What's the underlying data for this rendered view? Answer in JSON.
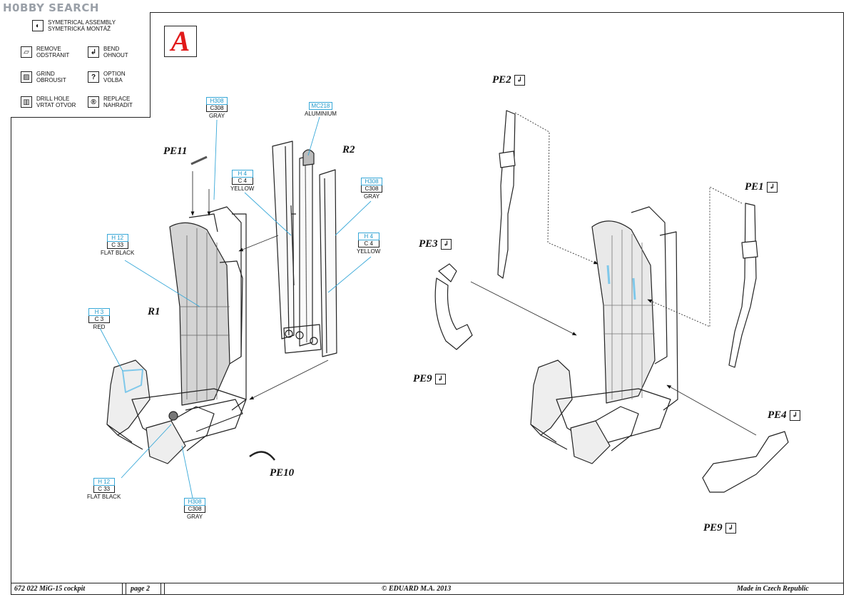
{
  "watermark": {
    "text": "H0BBY SEARCH"
  },
  "legend": [
    {
      "icon": "symmetrical-assembly-icon",
      "glyph": "◐",
      "line1": "SYMETRICAL ASSEMBLY",
      "line2": "SYMETRICKÁ MONTÁŽ"
    },
    {
      "icon": "remove-icon",
      "glyph": "▱",
      "line1": "REMOVE",
      "line2": "ODSTRANIT"
    },
    {
      "icon": "bend-icon",
      "glyph": "↲",
      "line1": "BEND",
      "line2": "OHNOUT"
    },
    {
      "icon": "grind-icon",
      "glyph": "▨",
      "line1": "GRIND",
      "line2": "OBROUSIT"
    },
    {
      "icon": "option-icon",
      "glyph": "?",
      "line1": "OPTION",
      "line2": "VOLBA"
    },
    {
      "icon": "drill-hole-icon",
      "glyph": "▥",
      "line1": "DRILL HOLE",
      "line2": "VRTAT OTVOR"
    },
    {
      "icon": "replace-icon",
      "glyph": "®",
      "line1": "REPLACE",
      "line2": "NAHRADIT"
    }
  ],
  "step": {
    "letter": "A",
    "color": "#e11a1a"
  },
  "parts": {
    "pe11": "PE11",
    "r2": "R2",
    "r1": "R1",
    "pe10": "PE10",
    "pe2": "PE2",
    "pe1": "PE1",
    "pe3": "PE3",
    "pe9a": "PE9",
    "pe4": "PE4",
    "pe9b": "PE9"
  },
  "bend_glyph": "↲",
  "paints": [
    {
      "h": "H308",
      "c": "C308",
      "name": "GRAY"
    },
    {
      "h": "MC218",
      "c": "",
      "name": "ALUMINIUM"
    },
    {
      "h": "H 4",
      "c": "C 4",
      "name": "YELLOW"
    },
    {
      "h": "H308",
      "c": "C308",
      "name": "GRAY"
    },
    {
      "h": "H 4",
      "c": "C 4",
      "name": "YELLOW"
    },
    {
      "h": "H 12",
      "c": "C 33",
      "name": "FLAT BLACK"
    },
    {
      "h": "H 3",
      "c": "C 3",
      "name": "RED"
    },
    {
      "h": "H 12",
      "c": "C 33",
      "name": "FLAT BLACK"
    },
    {
      "h": "H308",
      "c": "C308",
      "name": "GRAY"
    }
  ],
  "colors": {
    "paint_code": "#38a8d8",
    "highlight": "#7fc8ea"
  },
  "footer": {
    "kit": "672 022  MiG-15 cockpit",
    "page": "page 2",
    "copyright": "© EDUARD  M.A. 2013",
    "origin": "Made in Czech Republic"
  }
}
